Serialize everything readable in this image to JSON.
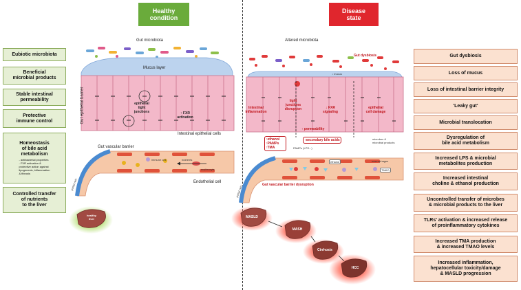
{
  "headers": {
    "healthy": "Healthy\ncondition",
    "disease": "Disease\nstate"
  },
  "left_boxes": [
    {
      "title": "Eubiotic microbiota"
    },
    {
      "title": "Beneficial\nmicrobial products"
    },
    {
      "title": "Stable intestinal\npermeability"
    },
    {
      "title": "Protective\nimmune control"
    },
    {
      "title": "Homeostasis\nof bile acid\nmetabolism",
      "sub": "- antibacterial properties\n- FXR activation &\n  protective action against\n  lipogenesis, inflammation\n  & fibrosis"
    },
    {
      "title": "Controlled transfer\nof nutrients\nto the liver"
    }
  ],
  "right_boxes": [
    "Gut dysbiosis",
    "Loss of mucus",
    "Loss of intestinal barrier integrity",
    "'Leaky gut'",
    "Microbial translocation",
    "Dysregulation of\nbile acid metabolism",
    "Increased LPS & microbial\nmetabolites production",
    "Increased intestinal\ncholine & ethanol production",
    "Uncontrolled transfer of microbes\n& microbial products to the liver",
    "TLRs' activation & increased release\nof proinflammatory cytokines",
    "Increased TMA production\n& increased TMAO levels",
    "Increased inflammation,\nhepatocellular toxicity/damage\n& MASLD progression"
  ],
  "healthy_labels": {
    "gut_microbiota": "Gut microbiota",
    "mucus_layer": "Mucus layer",
    "epithelial_barrier": "Gut epithelial barrier",
    "tight_junctions": "epithelial\ntight\njunctions",
    "fxr": "↑ FXR\nactivation",
    "epithelial_cells": "Intestinal epithelial cells",
    "vascular_barrier": "Gut vascular barrier",
    "immune_cell": "immune cell",
    "nutrients": "nutrients",
    "erythrocyte": "erythrocyte",
    "endothelial": "Endothelial cell",
    "portal_vein": "portal vein",
    "liver": "healthy\nliver"
  },
  "disease_labels": {
    "altered": "Altered microbiota",
    "dysbiosis": "Gut dysbiosis",
    "mucus": "↓ mucus",
    "inflammation": "Intestinal\ninflammation",
    "tj_disruption": "tight\njunctions\ndisruption",
    "fxr": "↓ FXR\nsignaling",
    "cell_damage": "epithelial\ncell damage",
    "permeability": "↑ permeability",
    "ethanol": "↑ethanol\n↑PAMPs\n↑TMA",
    "bile": "↑secondary bile acids",
    "pamps": "PAMPs (LPS...)",
    "microbes": "microbes &\nmicrobial products",
    "ethanol_tag": "ethanol",
    "macrophages": "macrophages",
    "tmao": "TMAO",
    "vascular_disruption": "Gut vascular barrier dysruption",
    "portal_vein": "portal vein",
    "masld": "MASLD",
    "mash": "MASH",
    "cirrhosis": "Cirrhosis",
    "hcc": "HCC"
  },
  "colors": {
    "green_header": "#6aab3b",
    "red_header": "#e0262d",
    "cells": "#f3b8c9",
    "mucus": "#bcd3ee",
    "vessel": "#f6c8a8",
    "liver": "#a14a42"
  }
}
